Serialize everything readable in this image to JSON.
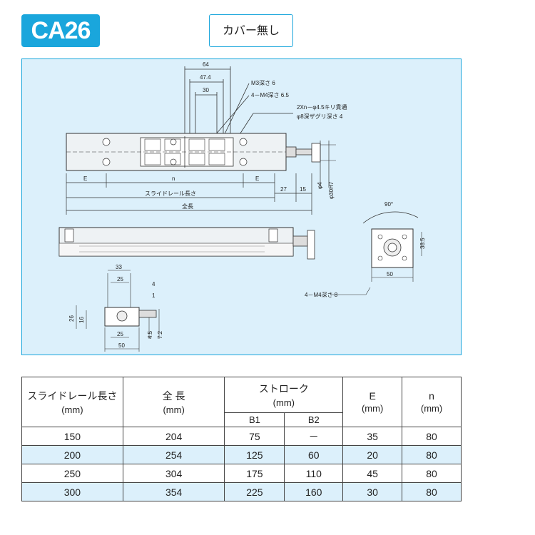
{
  "header": {
    "model": "CA26",
    "variant": "カバー無し"
  },
  "drawing": {
    "top_dims": [
      "64",
      "47.4",
      "30"
    ],
    "callouts": [
      "M3深さ 6",
      "4－M4深さ 6.5",
      "2Xn－φ4.5キリ貫通",
      "φ8深ザグリ深さ 4"
    ],
    "bottom_dims": {
      "e_left": "E",
      "n": "n",
      "e_right": "E",
      "d27": "27",
      "d15": "15"
    },
    "rail_label": "スライドレール長さ",
    "total_label": "全長",
    "vert_dims": [
      "φ4",
      "φ30H7"
    ],
    "end_view": {
      "angle": "90°",
      "height": "38.5",
      "width": "50",
      "tap": "4－M4深さ 8"
    },
    "side_view": {
      "d33": "33",
      "d25": "25",
      "d4": "4",
      "d1": "1",
      "d26": "26",
      "d16": "16",
      "d25b": "25",
      "d50": "50",
      "d45": "4.5",
      "d72": "7.2"
    }
  },
  "table": {
    "headers": {
      "rail": "スライドレール長さ",
      "total": "全 長",
      "stroke": "ストローク",
      "e": "E",
      "n": "n",
      "unit": "(mm)",
      "b1": "B1",
      "b2": "B2"
    },
    "rows": [
      {
        "rail": "150",
        "total": "204",
        "b1": "75",
        "b2": "－",
        "e": "35",
        "n": "80"
      },
      {
        "rail": "200",
        "total": "254",
        "b1": "125",
        "b2": "60",
        "e": "20",
        "n": "80"
      },
      {
        "rail": "250",
        "total": "304",
        "b1": "175",
        "b2": "110",
        "e": "45",
        "n": "80"
      },
      {
        "rail": "300",
        "total": "354",
        "b1": "225",
        "b2": "160",
        "e": "30",
        "n": "80"
      }
    ]
  },
  "colors": {
    "accent": "#1aa6dc",
    "panel": "#dcf0fb"
  }
}
